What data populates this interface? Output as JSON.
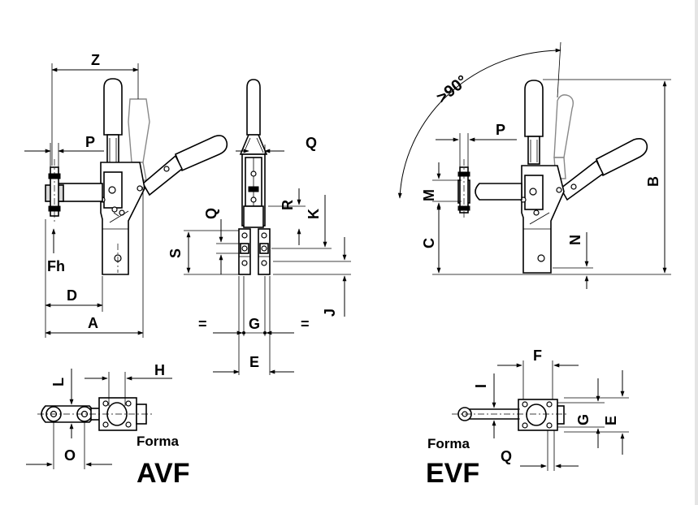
{
  "labels": {
    "z": "Z",
    "p": "P",
    "fh": "Fh",
    "d": "D",
    "a": "A",
    "q": "Q",
    "q2": "Q",
    "r": "R",
    "k": "K",
    "s": "S",
    "j": "J",
    "eq_left": "=",
    "g": "G",
    "eq_right": "=",
    "e": "E",
    "l": "L",
    "h": "H",
    "o": "O",
    "angle": ">90°",
    "p2": "P",
    "m": "M",
    "c": "C",
    "n": "N",
    "b": "B",
    "f": "F",
    "i": "I",
    "g2": "G",
    "e2": "E",
    "q3": "Q"
  },
  "forms": [
    {
      "caption": "Forma",
      "model": "AVF"
    },
    {
      "caption": "Forma",
      "model": "EVF"
    }
  ]
}
